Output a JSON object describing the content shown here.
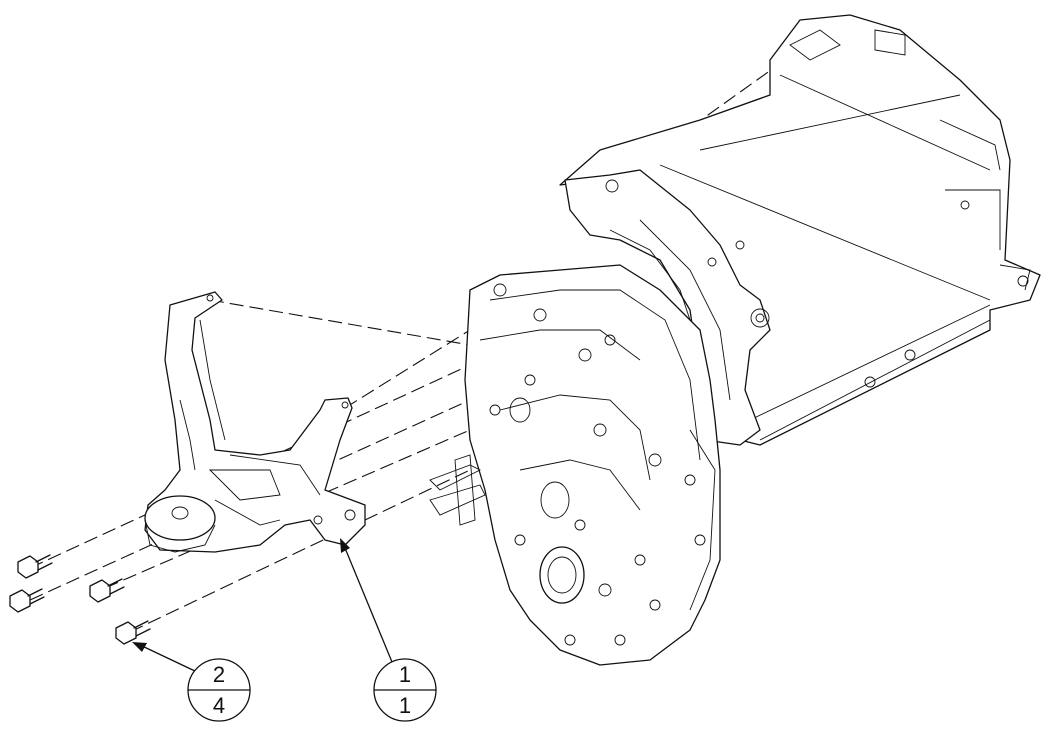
{
  "balloons": [
    {
      "item": "2",
      "qty": "4"
    },
    {
      "item": "1",
      "qty": "1"
    }
  ]
}
